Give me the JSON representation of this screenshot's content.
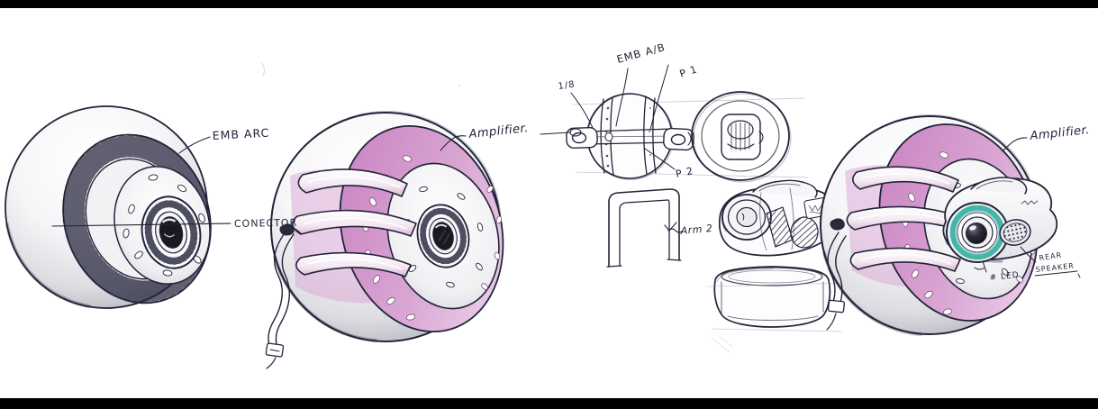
{
  "annotations": {
    "emb_arc": "EMB ARC",
    "conector": "CONECTOR",
    "amplifier_left": "Amplifier.",
    "amplifier_right": "Amplifier.",
    "emb_ab": "EMB A/B",
    "p1": "P 1",
    "p2": "P 2",
    "fraction": "1/8",
    "arm2": "Arm 2",
    "led": "# LED",
    "rear_speaker_line1": "REAR",
    "rear_speaker_line2": "SPEAKER"
  },
  "colors": {
    "ink": "#23233a",
    "accent_pink": "#c77fc0",
    "accent_pink_light": "#efd9ec",
    "accent_teal": "#45b5a9",
    "paper": "#ffffff",
    "letterbox": "#000000"
  }
}
